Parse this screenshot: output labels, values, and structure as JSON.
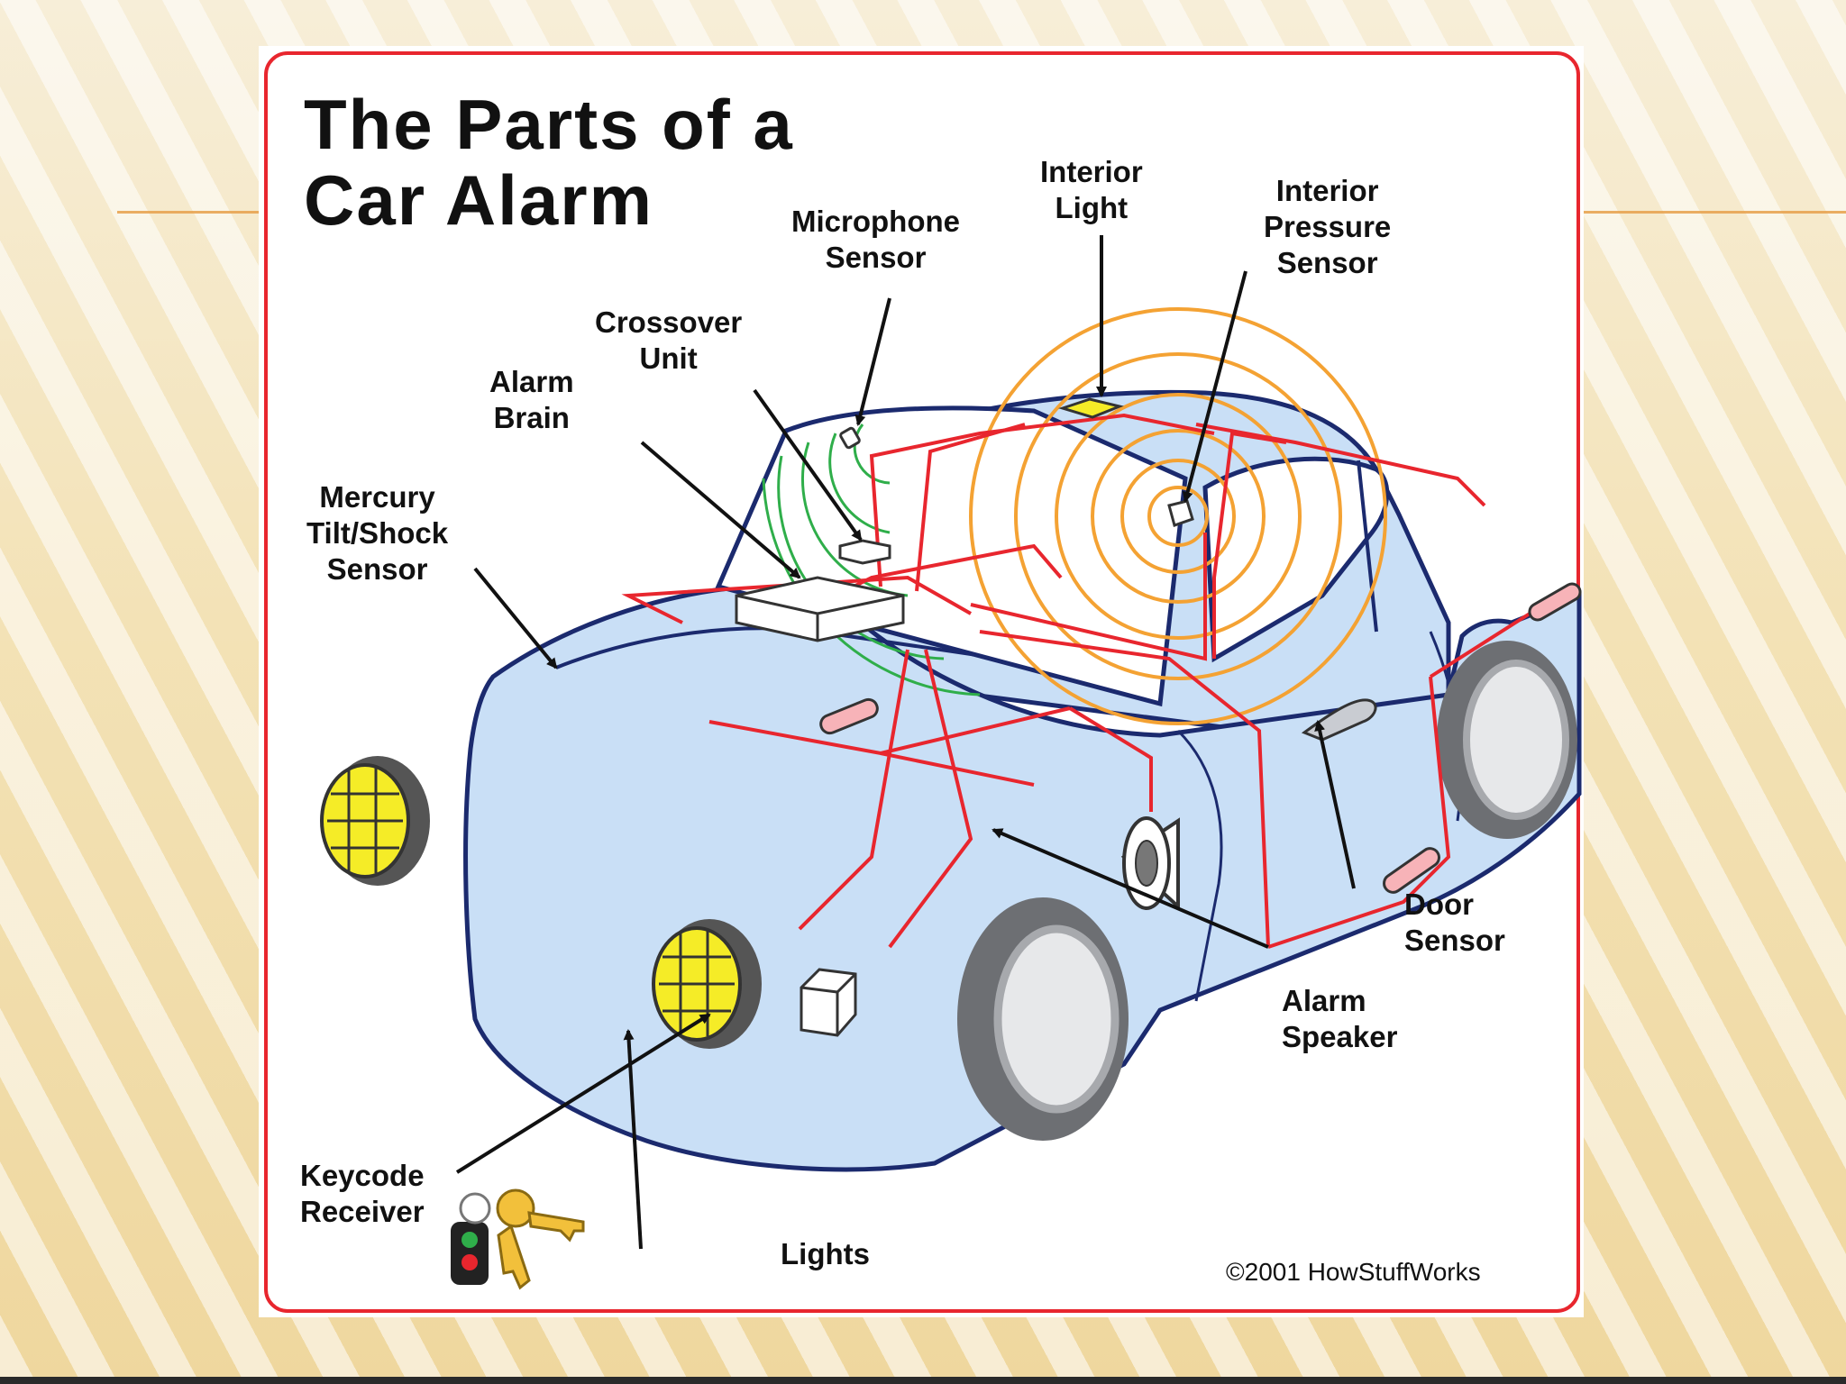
{
  "title": {
    "line1": "The Parts of a",
    "line2": "Car Alarm"
  },
  "labels": {
    "microphone_sensor": [
      "Microphone",
      "Sensor"
    ],
    "interior_light": [
      "Interior",
      "Light"
    ],
    "interior_pressure_sensor": [
      "Interior",
      "Pressure",
      "Sensor"
    ],
    "crossover_unit": [
      "Crossover",
      "Unit"
    ],
    "alarm_brain": [
      "Alarm",
      "Brain"
    ],
    "mercury_tilt_shock_sensor": [
      "Mercury",
      "Tilt/Shock",
      "Sensor"
    ],
    "door_sensor": [
      "Door",
      "Sensor"
    ],
    "alarm_speaker": [
      "Alarm",
      "Speaker"
    ],
    "keycode_receiver": [
      "Keycode",
      "Receiver"
    ],
    "lights": "Lights"
  },
  "credit": "©2001 HowStuffWorks",
  "colors": {
    "slide_background": "#f3e2b6",
    "panel_border": "#e8262e",
    "car_body": "#c9dff6",
    "car_outline": "#1b2a6e",
    "wiring": "#e8262e",
    "headlight": "#f5ec27",
    "microphone_waves": "#2fae4a",
    "pressure_waves": "#f4a233",
    "tire": "#a7a9ad"
  }
}
